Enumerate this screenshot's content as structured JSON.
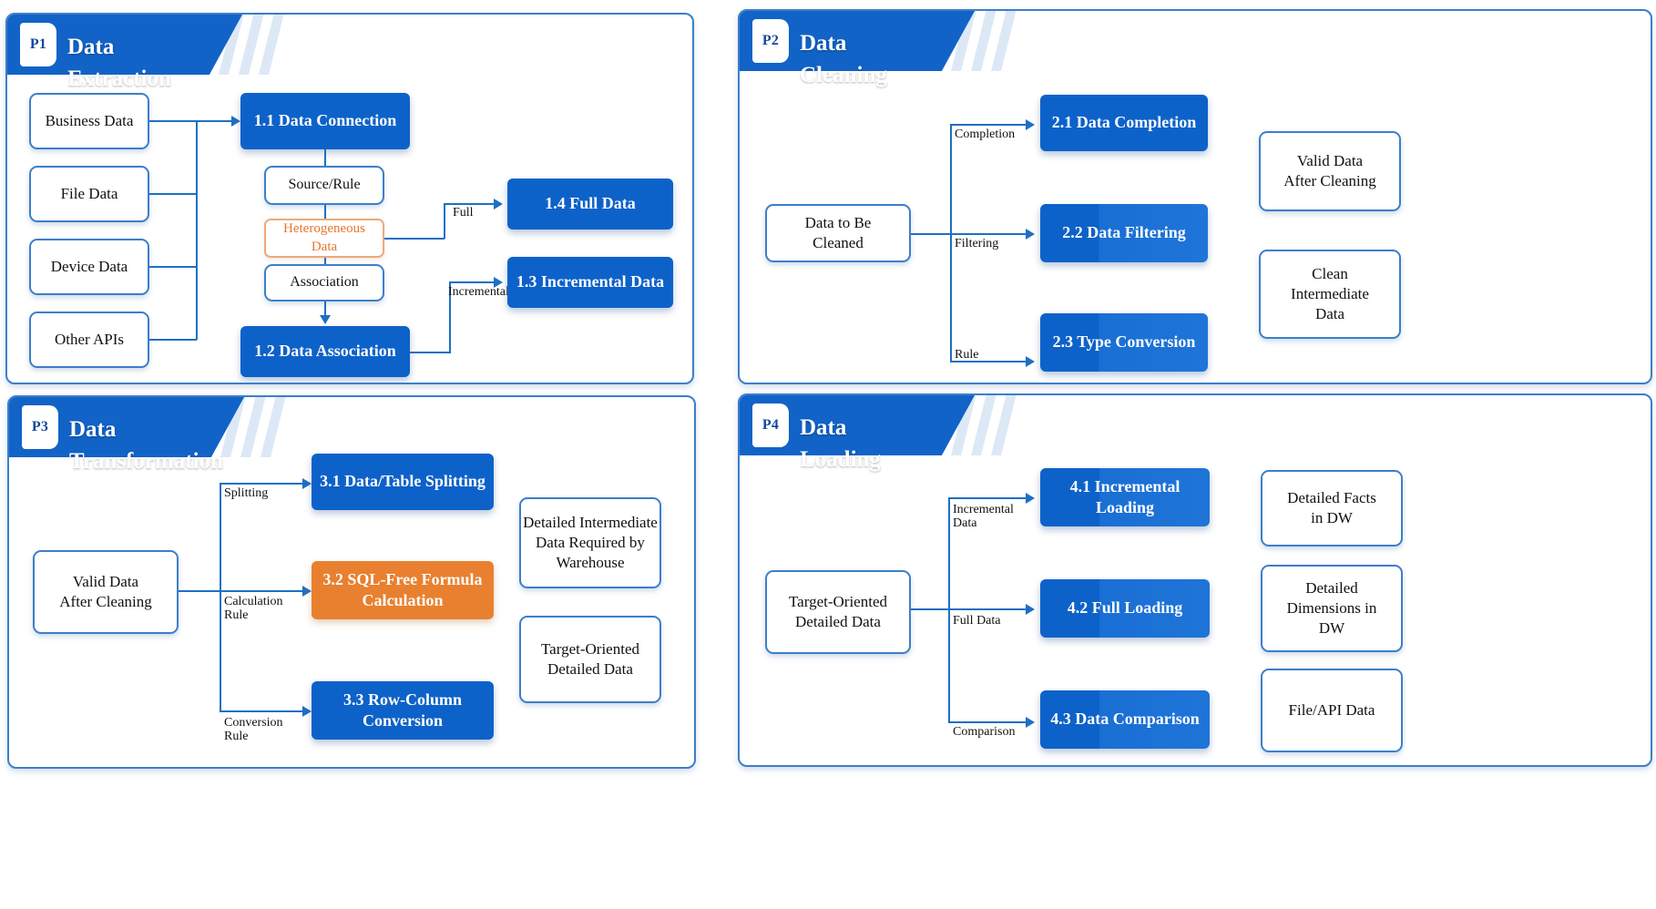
{
  "panels": [
    {
      "id": "p1",
      "badge": "P1",
      "title_line1": "Data",
      "title_line2": "Extraction",
      "sources": [
        {
          "label": "Business Data"
        },
        {
          "label": "File Data"
        },
        {
          "label": "Device Data"
        },
        {
          "label": "Other APIs"
        }
      ],
      "process_main": "1.1 Data Connection",
      "mid_nodes": [
        {
          "label": "Source/Rule",
          "kind": "plain"
        },
        {
          "label": "Heterogeneous\nData",
          "kind": "hetero"
        },
        {
          "label": "Association",
          "kind": "plain"
        }
      ],
      "process_assoc": "1.2 Data Association",
      "outputs": [
        {
          "label": "1.4 Full Data"
        },
        {
          "label": "1.3 Incremental Data"
        }
      ],
      "edge_labels": [
        "Full",
        "Incremental"
      ]
    },
    {
      "id": "p2",
      "badge": "P2",
      "title_line1": "Data",
      "title_line2": "Cleaning",
      "input": "Data to Be\nCleaned",
      "processes": [
        {
          "label": "2.1 Data Completion",
          "split": false
        },
        {
          "label": "2.2 Data Filtering",
          "split": true
        },
        {
          "label": "2.3 Type Conversion",
          "split": true
        }
      ],
      "edge_labels": [
        "Completion",
        "Filtering",
        "Rule"
      ],
      "outputs": [
        {
          "label": "Valid Data\nAfter Cleaning"
        },
        {
          "label": "Clean\nIntermediate\nData"
        }
      ]
    },
    {
      "id": "p3",
      "badge": "P3",
      "title_line1": "Data",
      "title_line2": "Transformation",
      "input": "Valid Data\nAfter Cleaning",
      "processes": [
        {
          "label": "3.1 Data/Table Splitting",
          "kind": "blue"
        },
        {
          "label": "3.2 SQL-Free Formula\nCalculation",
          "kind": "orange"
        },
        {
          "label": "3.3 Row-Column\nConversion",
          "kind": "blue"
        }
      ],
      "edge_labels": [
        "Splitting",
        "Calculation\nRule",
        "Conversion\nRule"
      ],
      "outputs": [
        {
          "label": "Detailed Intermediate\nData Required by\nWarehouse"
        },
        {
          "label": "Target-Oriented\nDetailed Data"
        }
      ]
    },
    {
      "id": "p4",
      "badge": "P4",
      "title_line1": "Data",
      "title_line2": "Loading",
      "input": "Target-Oriented\nDetailed Data",
      "processes": [
        {
          "label": "4.1 Incremental\nLoading",
          "split": true
        },
        {
          "label": "4.2 Full Loading",
          "split": true
        },
        {
          "label": "4.3 Data Comparison",
          "split": true
        }
      ],
      "edge_labels": [
        "Incremental\nData",
        "Full Data",
        "Comparison"
      ],
      "outputs": [
        {
          "label": "Detailed Facts\nin DW"
        },
        {
          "label": "Detailed\nDimensions in\nDW"
        },
        {
          "label": "File/API Data"
        }
      ]
    }
  ],
  "colors": {
    "brand_blue": "#1163c7",
    "process_blue": "#0d62c9",
    "accent_orange": "#e8802f",
    "hetero_orange": "#e8762c",
    "border_blue": "#3c7fc9",
    "line_blue": "#1f6fc4"
  }
}
